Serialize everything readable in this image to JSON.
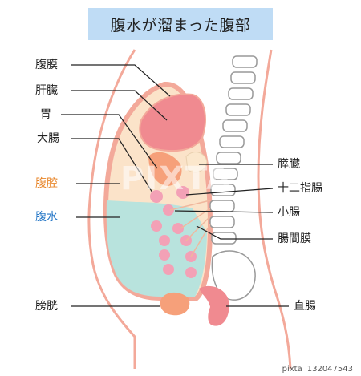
{
  "title": "腹水が溜まった腹部",
  "labels": {
    "fukumaku": "腹膜",
    "kanzo": "肝臓",
    "i": "胃",
    "daicho": "大腸",
    "fukuku": "腹腔",
    "fukusui": "腹水",
    "boko": "膀胱",
    "suizo": "膵臓",
    "junishichou": "十二指腸",
    "shocho": "小腸",
    "chokanmaku": "腸間膜",
    "chokucho": "直腸"
  },
  "footer": {
    "brand": "pixta",
    "id": "132047543"
  },
  "watermark": "PIXTA",
  "colors": {
    "title_bg": "#bfdcf5",
    "ascites": "#b8e3dd",
    "organ_pink": "#f08a90",
    "peritoneum": "#f3a99a",
    "orange_label": "#e8862a",
    "blue_label": "#2a7ac8"
  }
}
